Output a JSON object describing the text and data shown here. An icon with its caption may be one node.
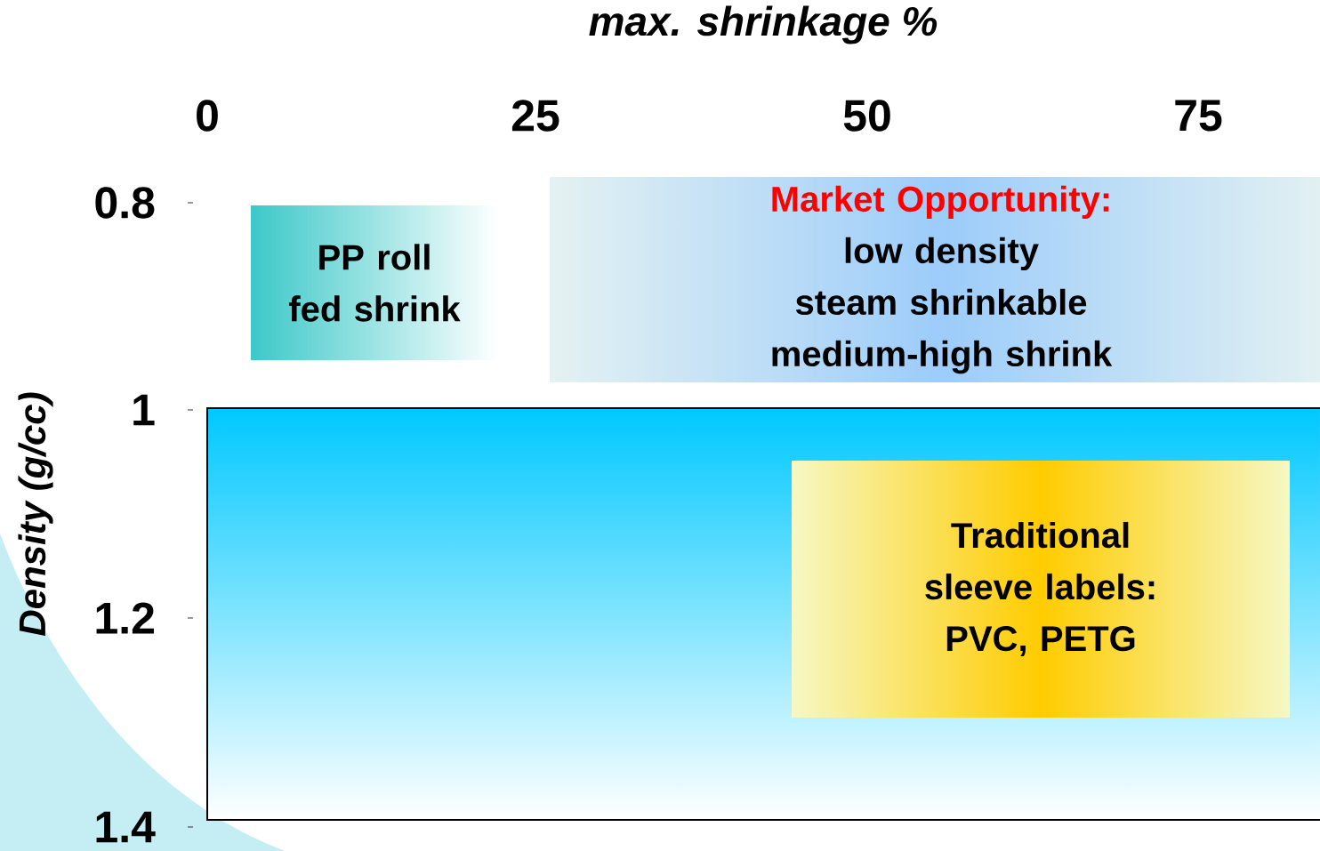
{
  "diagram": {
    "title": "max. shrinkage %",
    "nodes": [
      {
        "text": [
          "PP roll fed shrink"
        ]
      },
      {
        "text": [
          "Market Opportunity:",
          "low density steam shrinkable medium-high shrink"
        ]
      },
      {
        "text": [],
        "shape": "box"
      },
      {
        "text": [
          "Traditional sleeve labels: PVC, PETG"
        ],
        "in": 2
      }
    ],
    "labels": [
      "0",
      "25",
      "50",
      "75",
      "Density (g/cc)",
      "0.8",
      "1",
      "1.2",
      "1.4"
    ]
  }
}
